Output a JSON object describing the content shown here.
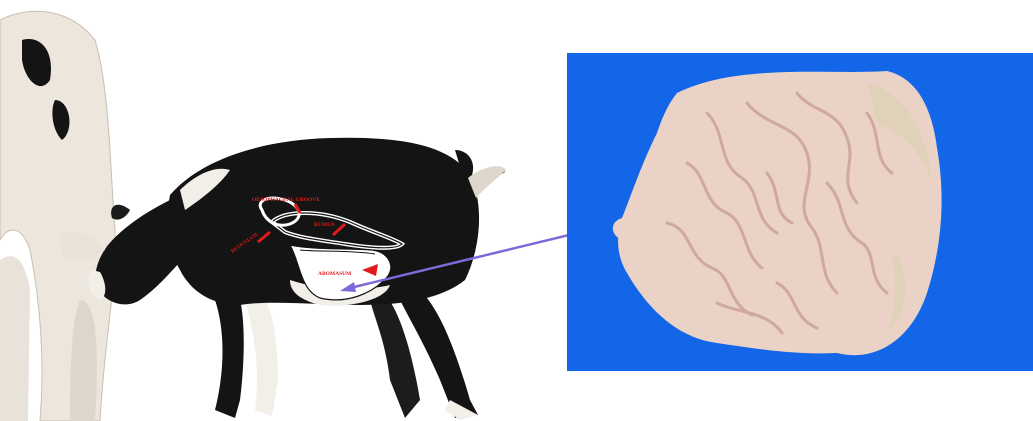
{
  "figure": {
    "labels": {
      "esophageal_groove": "OESOPHAGEAL GROOVE",
      "rumen": "RUMEN",
      "reticulum": "RETICULUM",
      "abomasum": "ABOMASUM"
    },
    "colors": {
      "label_red": "#e11a1a",
      "arrow_purple": "#8068d8",
      "panel_blue": "#1466e8",
      "tissue_pink": "#ead2c6",
      "coat_black": "#141414",
      "coat_white": "#f2eee8"
    }
  }
}
